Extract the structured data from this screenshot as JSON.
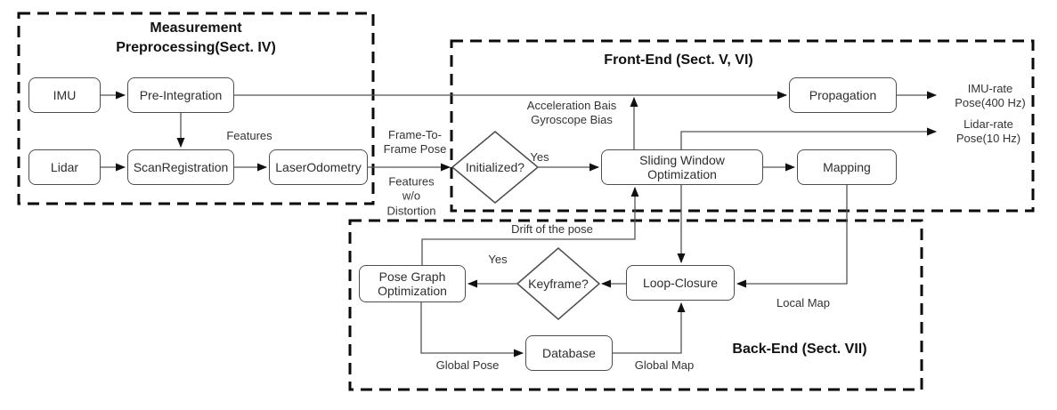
{
  "regions": {
    "preprocessing": {
      "title1": "Measurement",
      "title2": "Preprocessing(Sect. IV)"
    },
    "front_end": {
      "title": "Front-End (Sect. V, VI)"
    },
    "back_end": {
      "title": "Back-End (Sect. VII)"
    }
  },
  "nodes": {
    "imu": {
      "label": "IMU"
    },
    "pre_integration": {
      "label": "Pre-Integration"
    },
    "lidar": {
      "label": "Lidar"
    },
    "scan_registration": {
      "label": "ScanRegistration"
    },
    "laser_odometry": {
      "label": "LaserOdometry"
    },
    "propagation": {
      "label": "Propagation"
    },
    "sliding_window": {
      "label": "Sliding Window Optimization"
    },
    "mapping": {
      "label": "Mapping"
    },
    "pose_graph": {
      "label": "Pose Graph Optimization"
    },
    "loop_closure": {
      "label": "Loop-Closure"
    },
    "database": {
      "label": "Database"
    }
  },
  "decisions": {
    "initialized": {
      "label": "Initialized?"
    },
    "keyframe": {
      "label": "Keyframe?"
    }
  },
  "labels": {
    "features": "Features",
    "frame_to_frame": {
      "l1": "Frame-To-",
      "l2": "Frame Pose"
    },
    "features_wo": {
      "l1": "Features",
      "l2": "w/o",
      "l3": "Distortion"
    },
    "yes_initialized": "Yes",
    "bias": {
      "l1": "Acceleration Bais",
      "l2": "Gyroscope Bias"
    },
    "imu_rate": {
      "l1": "IMU-rate",
      "l2": "Pose(400 Hz)"
    },
    "lidar_rate": {
      "l1": "Lidar-rate",
      "l2": "Pose(10 Hz)"
    },
    "drift": "Drift of the pose",
    "yes_keyframe": "Yes",
    "local_map": "Local Map",
    "global_pose": "Global Pose",
    "global_map": "Global Map"
  },
  "colors": {
    "background": "#ffffff",
    "line": "#555555",
    "arrowhead": "#111111",
    "box_border": "#4d4d4d",
    "dashed_border": "#0a0a0a",
    "text": "#2e2e2e"
  }
}
